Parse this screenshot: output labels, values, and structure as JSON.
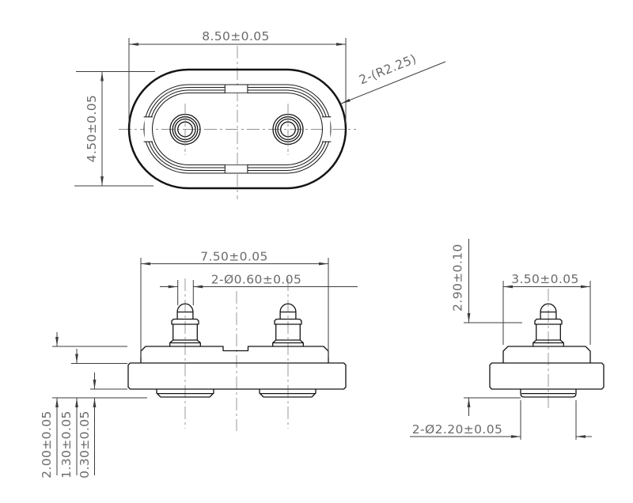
{
  "drawing_type": "mechanical-engineering-drawing",
  "component": "dual spring-loaded contact (pogo pin) connector, three orthographic views",
  "top_view": {
    "width_dim": "8.50±0.05",
    "height_dim": "4.50±0.05",
    "corner_radius_callout": "2-(R2.25)"
  },
  "front_view": {
    "width_dim": "7.50±0.05",
    "pin_diameter_dim": "2-Ø0.60±0.05",
    "overall_height_dim": "2.00±0.05",
    "base_height_dim": "1.30±0.05",
    "pad_height_dim": "0.30±0.05"
  },
  "side_view": {
    "pin_height_dim": "2.90±0.10",
    "width_dim": "3.50±0.05",
    "pad_diameter_dim": "2-Ø2.20±0.05"
  },
  "colors": {
    "background": "#ffffff",
    "object_line": "#141414",
    "dimension_line": "#3d3d3d",
    "dimension_text": "#6b6b6b",
    "centerline": "#909090"
  }
}
